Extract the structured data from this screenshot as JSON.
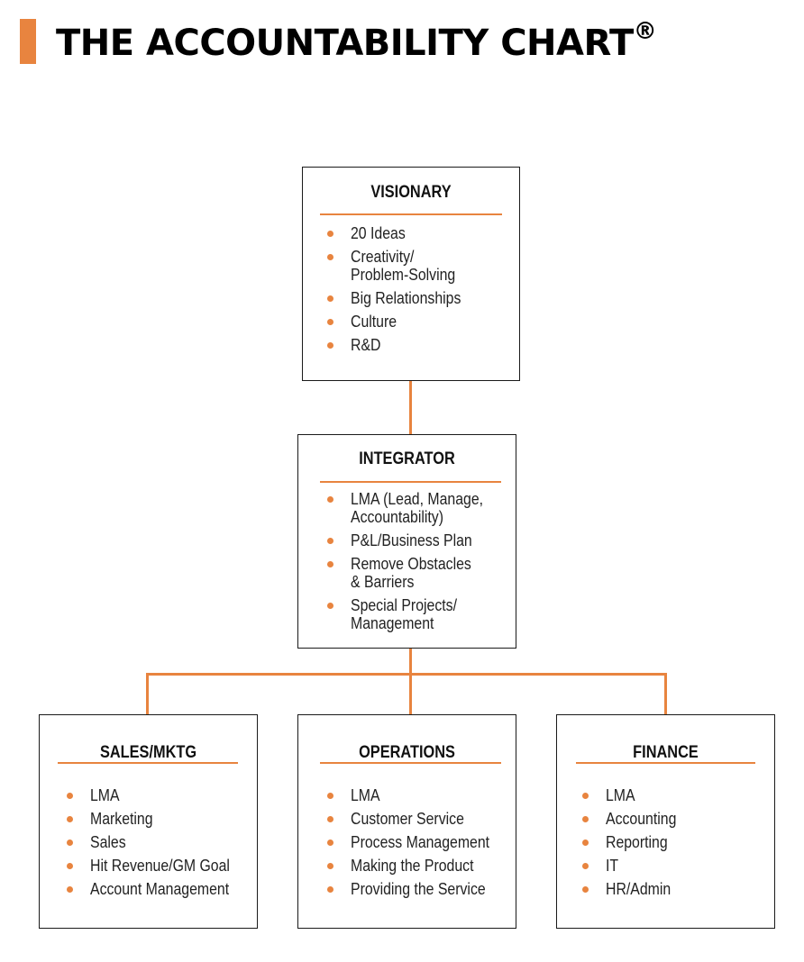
{
  "title": {
    "text": "THE ACCOUNTABILITY CHART",
    "mark": "®"
  },
  "colors": {
    "accent": "#e8843f",
    "border": "#1a1a1a",
    "text": "#111111"
  },
  "visionary": {
    "title": "VISIONARY",
    "items": [
      {
        "lines": [
          "20 Ideas"
        ]
      },
      {
        "lines": [
          "Creativity/",
          "Problem-Solving"
        ]
      },
      {
        "lines": [
          "Big Relationships"
        ]
      },
      {
        "lines": [
          "Culture"
        ]
      },
      {
        "lines": [
          "R&D"
        ]
      }
    ]
  },
  "integrator": {
    "title": "INTEGRATOR",
    "items": [
      {
        "lines": [
          "LMA (Lead, Manage,",
          "Accountability)"
        ]
      },
      {
        "lines": [
          "P&L/Business Plan"
        ]
      },
      {
        "lines": [
          "Remove Obstacles",
          "& Barriers"
        ]
      },
      {
        "lines": [
          "Special Projects/",
          "Management"
        ]
      }
    ]
  },
  "sales": {
    "title": "SALES/MKTG",
    "items": [
      {
        "lines": [
          "LMA"
        ]
      },
      {
        "lines": [
          "Marketing"
        ]
      },
      {
        "lines": [
          "Sales"
        ]
      },
      {
        "lines": [
          "Hit Revenue/GM Goal"
        ]
      },
      {
        "lines": [
          "Account Management"
        ]
      }
    ]
  },
  "operations": {
    "title": "OPERATIONS",
    "items": [
      {
        "lines": [
          "LMA"
        ]
      },
      {
        "lines": [
          "Customer Service"
        ]
      },
      {
        "lines": [
          "Process Management"
        ]
      },
      {
        "lines": [
          "Making the Product"
        ]
      },
      {
        "lines": [
          "Providing the Service"
        ]
      }
    ]
  },
  "finance": {
    "title": "FINANCE",
    "items": [
      {
        "lines": [
          "LMA"
        ]
      },
      {
        "lines": [
          "Accounting"
        ]
      },
      {
        "lines": [
          "Reporting"
        ]
      },
      {
        "lines": [
          "IT"
        ]
      },
      {
        "lines": [
          "HR/Admin"
        ]
      }
    ]
  }
}
